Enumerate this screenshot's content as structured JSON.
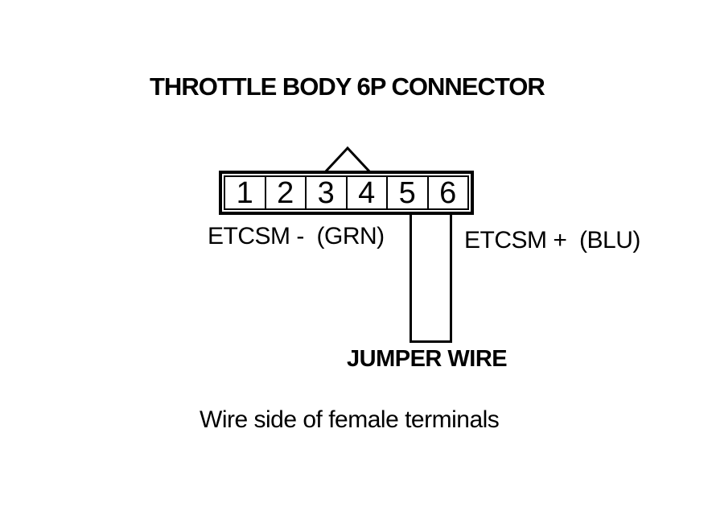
{
  "diagram": {
    "title": "THROTTLE BODY 6P CONNECTOR",
    "connector": {
      "pins": [
        "1",
        "2",
        "3",
        "4",
        "5",
        "6"
      ],
      "pin_count_label": "6P"
    },
    "labels": {
      "etcsm_minus": "ETCSM -  (GRN)",
      "etcsm_plus": "ETCSM +  (BLU)",
      "jumper": "JUMPER WIRE",
      "caption": "Wire side of female terminals"
    },
    "icons": {
      "connector_key_tab": "triangle-up-outline"
    },
    "colors": {
      "line": "#000000",
      "background": "#ffffff"
    }
  }
}
